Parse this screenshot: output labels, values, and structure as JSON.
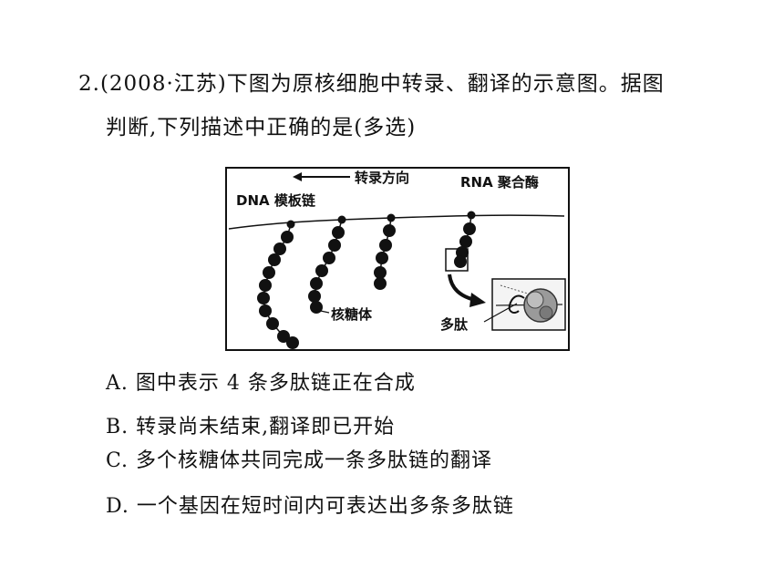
{
  "question": {
    "stem_line1": "2.(2008·江苏)下图为原核细胞中转录、翻译的示意图。据图",
    "stem_line2": "判断,下列描述中正确的是(多选)"
  },
  "figure": {
    "label_direction": "转录方向",
    "label_dna": "DNA 模板链",
    "label_rnap": "RNA 聚合酶",
    "label_ribosome": "核糖体",
    "label_peptide": "多肽"
  },
  "options": [
    {
      "key": "A",
      "text": "A. 图中表示 4 条多肽链正在合成"
    },
    {
      "key": "B",
      "text": "B. 转录尚未结束,翻译即已开始"
    },
    {
      "key": "C",
      "text": "C. 多个核糖体共同完成一条多肽链的翻译"
    },
    {
      "key": "D",
      "text": "D. 一个基因在短时间内可表达出多条多肽链"
    }
  ]
}
